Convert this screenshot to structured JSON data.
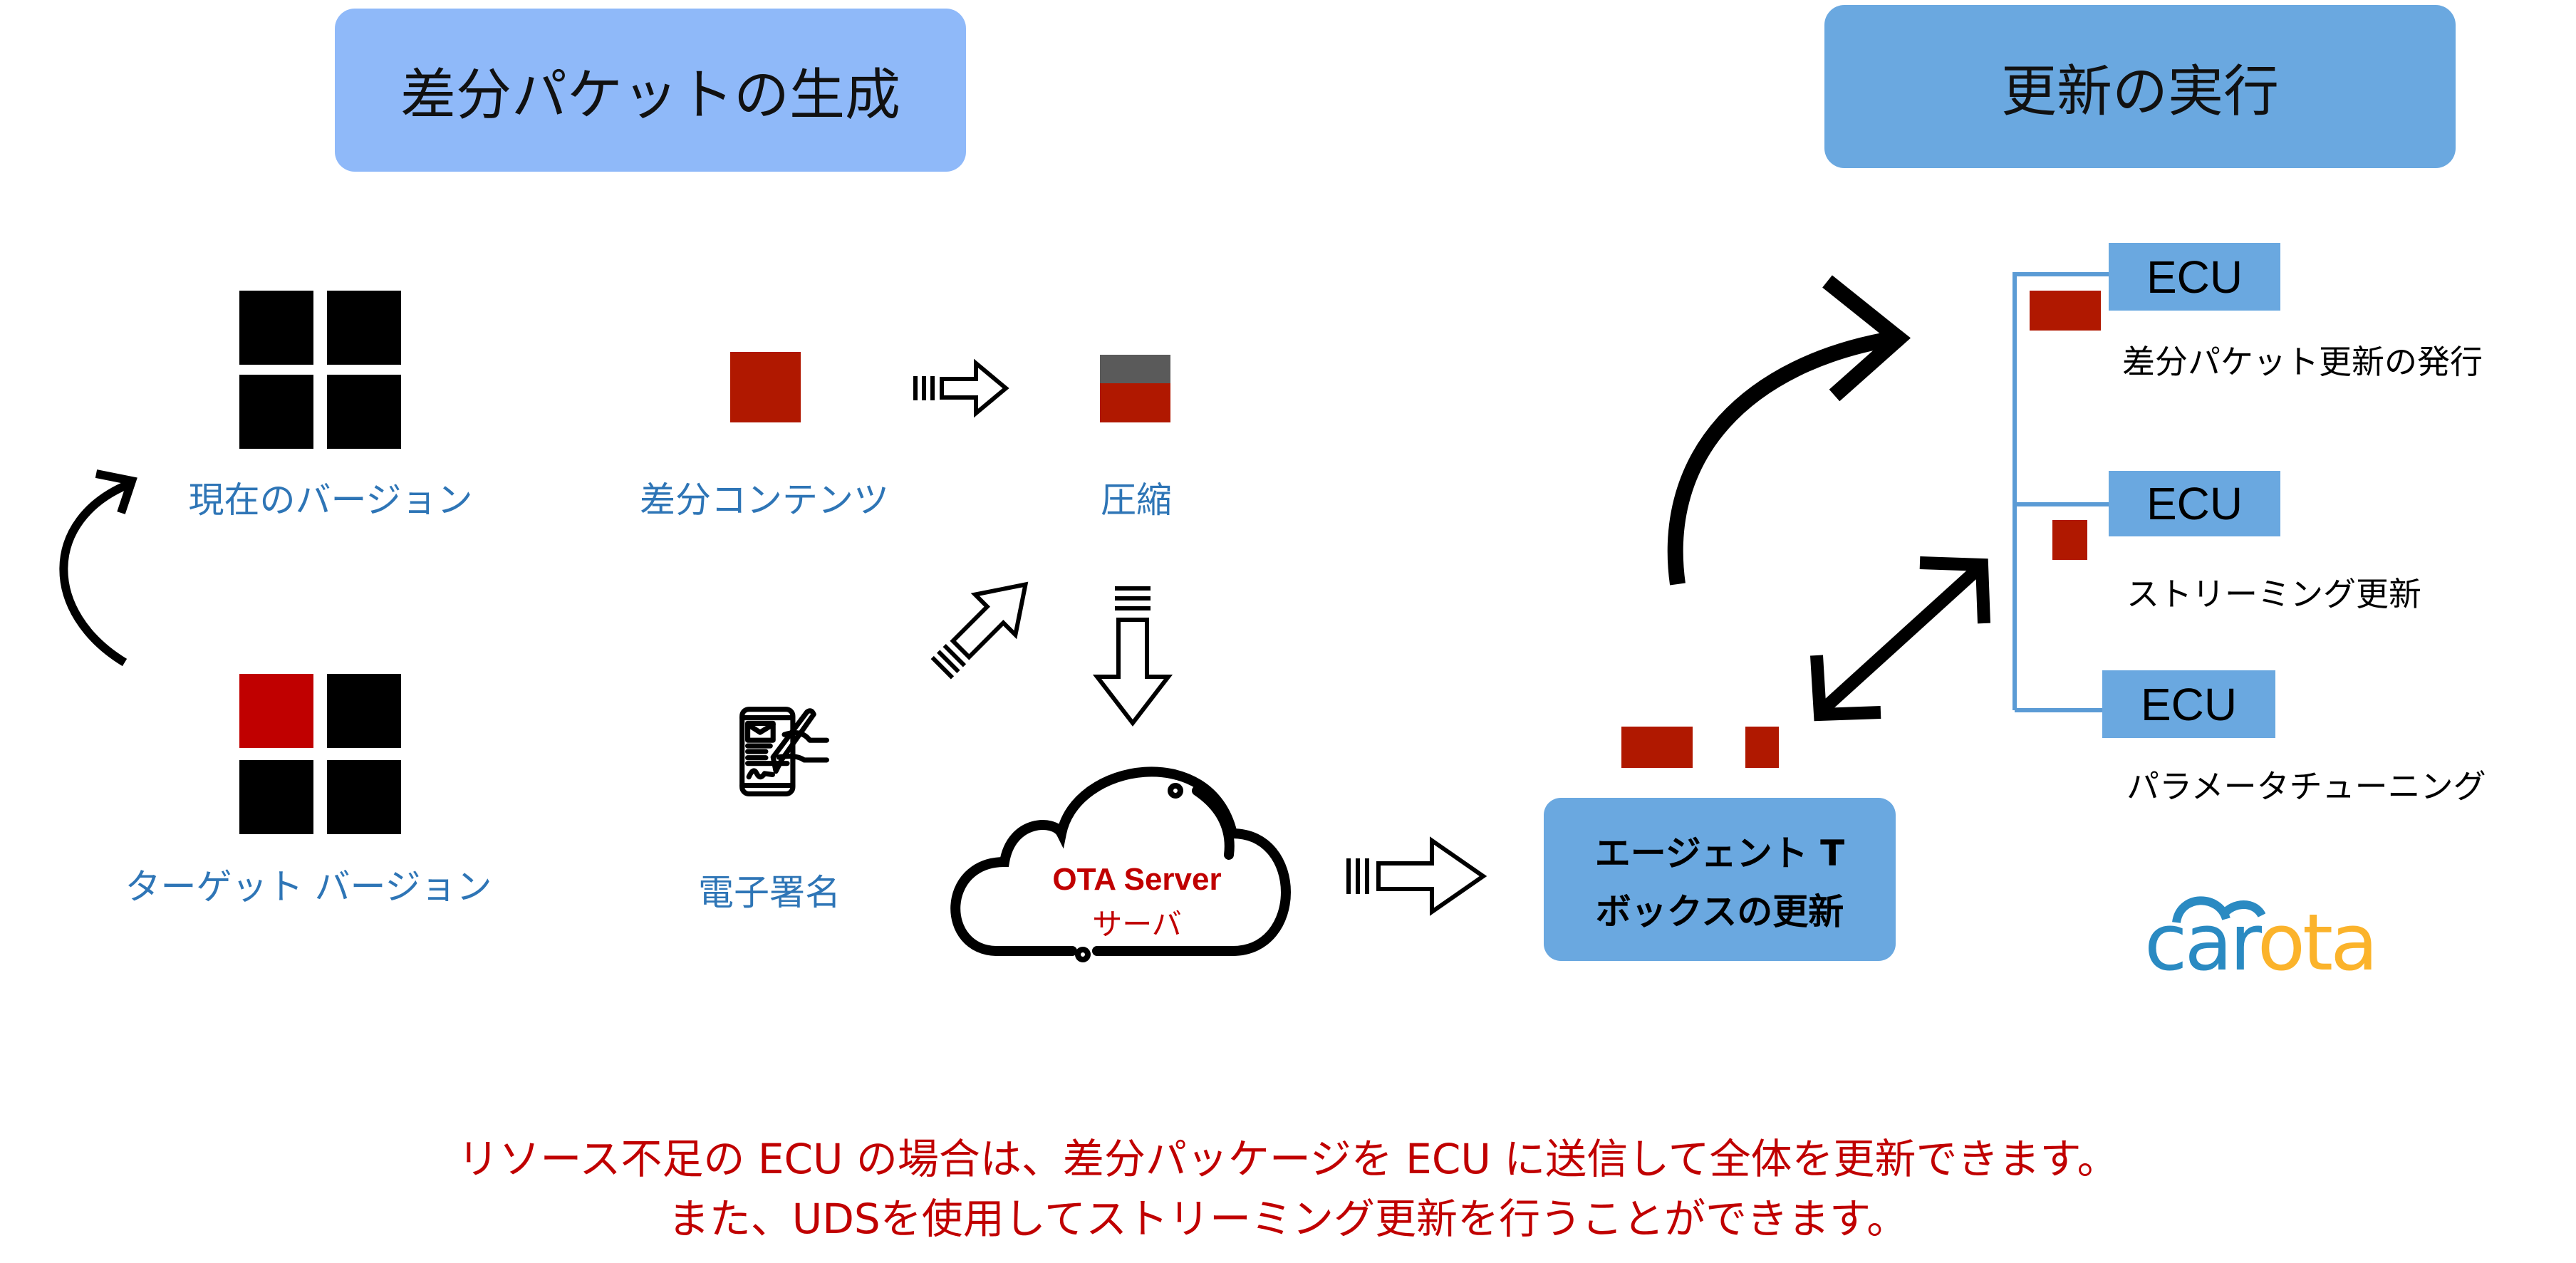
{
  "headers": {
    "left": "差分パケットの生成",
    "right": "更新の実行"
  },
  "left": {
    "current_version": "現在のバージョン",
    "target_version": "ターゲット バージョン",
    "diff_content": "差分コンテンツ",
    "compression": "圧縮",
    "signature": "電子署名"
  },
  "cloud": {
    "line1": "OTA Server",
    "line2": "サーバ"
  },
  "agent": {
    "line1": "エージェント T",
    "line2": "ボックスの更新"
  },
  "ecus": [
    {
      "label": "ECU",
      "caption": "差分パケット更新の発行"
    },
    {
      "label": "ECU",
      "caption": "ストリーミング更新"
    },
    {
      "label": "ECU",
      "caption": "パラメータチューニング"
    }
  ],
  "logo": {
    "part1": "car",
    "part2": "ota"
  },
  "notes": [
    "リソース不足の ECU の場合は、差分パッケージを ECU に送信して全体を更新できます。",
    "また、UDSを使用してストリーミング更新を行うことができます。"
  ],
  "colors": {
    "header_left": "#8fb9f9",
    "header_right": "#6aa8e0",
    "label_blue": "#2e75b6",
    "diff_red": "#b01800",
    "note_red": "#c00000",
    "logo_blue": "#2a8ac2",
    "logo_yellow": "#fbb32b"
  }
}
